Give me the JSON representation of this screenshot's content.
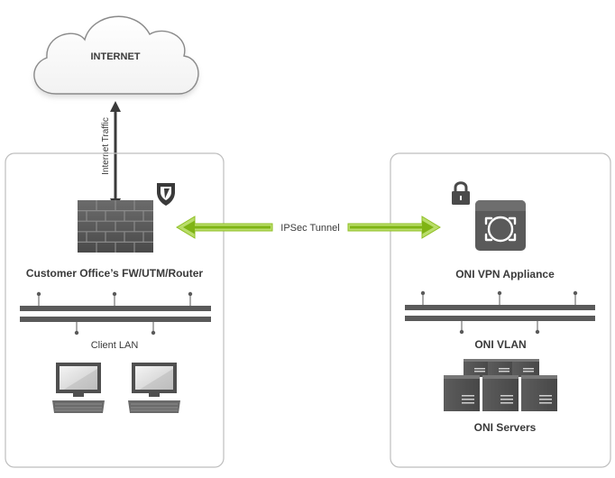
{
  "internet": {
    "label": "INTERNET"
  },
  "internet_link": {
    "label": "Internet Traffic"
  },
  "tunnel": {
    "label": "IPSec Tunnel"
  },
  "customer_site": {
    "firewall_label": "Customer Office’s FW/UTM/Router",
    "lan_label": "Client LAN"
  },
  "oni_site": {
    "appliance_label": "ONI VPN Appliance",
    "vlan_label": "ONI VLAN",
    "servers_label": "ONI Servers"
  },
  "colors": {
    "arrow_green": "#9ccb2e",
    "device_gray": "#5a5a5a",
    "box_border": "#bdbdbd"
  },
  "icons": [
    "cloud-icon",
    "shield-icon",
    "brick-wall-icon",
    "lock-icon",
    "vpn-appliance-icon",
    "desktop-computer-icon",
    "server-icon"
  ]
}
